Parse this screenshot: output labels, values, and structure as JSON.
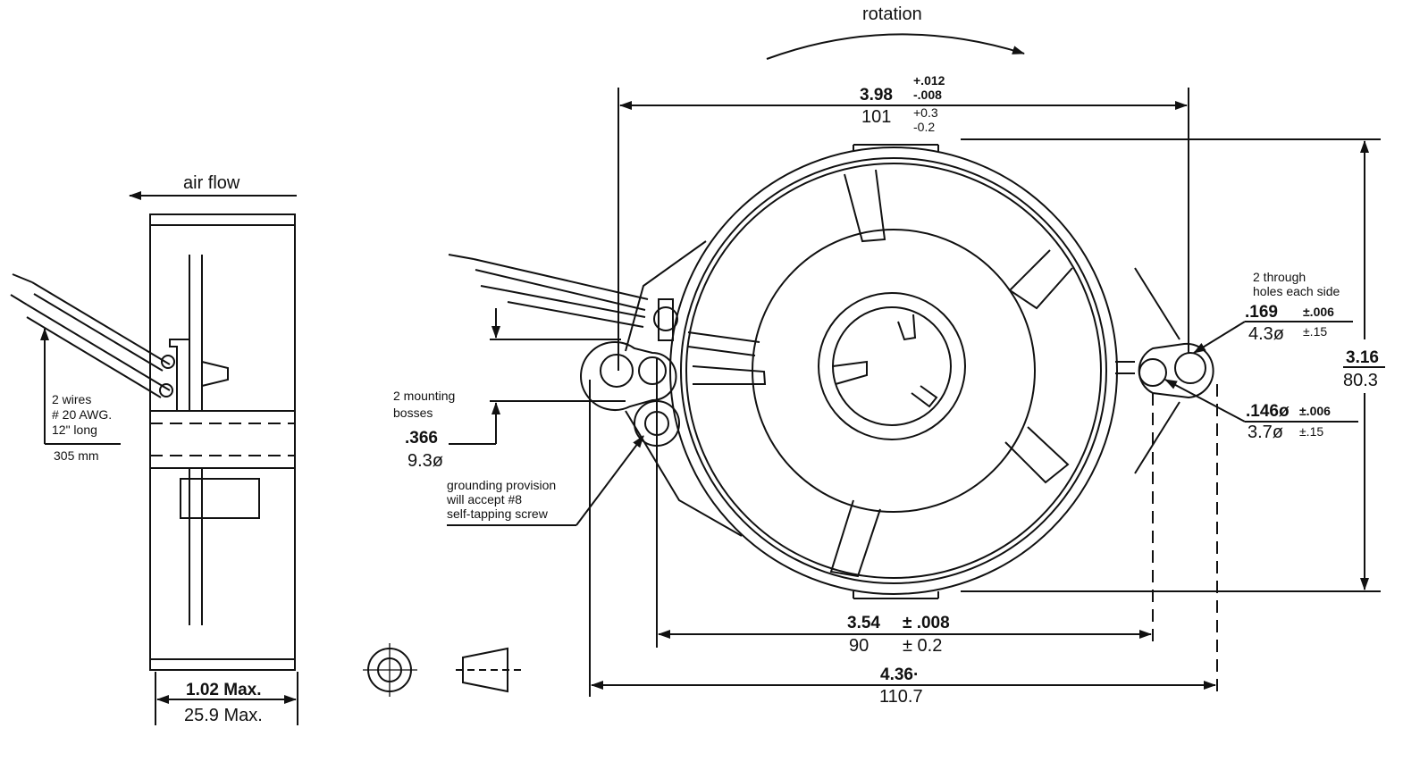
{
  "title": "Fan outline dimension drawing",
  "side_view": {
    "air_flow_label": "air flow",
    "wires_note": [
      "2 wires",
      "# 20 AWG.",
      "12\" long"
    ],
    "wires_metric": "305 mm",
    "depth_in": "1.02 Max.",
    "depth_mm": "25.9 Max."
  },
  "front_view": {
    "rotation_label": "rotation",
    "width_in": "3.98",
    "width_in_tol_plus": "+.012",
    "width_in_tol_minus": "-.008",
    "width_mm": "101",
    "width_mm_tol_plus": "+0.3",
    "width_mm_tol_minus": "-0.2",
    "height_in": "3.16",
    "height_mm": "80.3",
    "through_holes_note": [
      "2 through",
      "holes each side"
    ],
    "hole_large_in": ".169",
    "hole_large_in_tol": "±.006",
    "hole_large_mm": "4.3ø",
    "hole_large_mm_tol": "±.15",
    "hole_small_in": ".146ø",
    "hole_small_in_tol": "±.006",
    "hole_small_mm": "3.7ø",
    "hole_small_mm_tol": "±.15",
    "bosses_note": [
      "2 mounting",
      "bosses"
    ],
    "boss_in": ".366",
    "boss_mm": "9.3ø",
    "grounding_note": [
      "grounding provision",
      "will accept #8",
      "self-tapping screw"
    ],
    "hole_spacing_in": "3.54",
    "hole_spacing_in_tol": "± .008",
    "hole_spacing_mm": "90",
    "hole_spacing_mm_tol": "± 0.2",
    "overall_in": "4.36·",
    "overall_mm": "110.7"
  }
}
